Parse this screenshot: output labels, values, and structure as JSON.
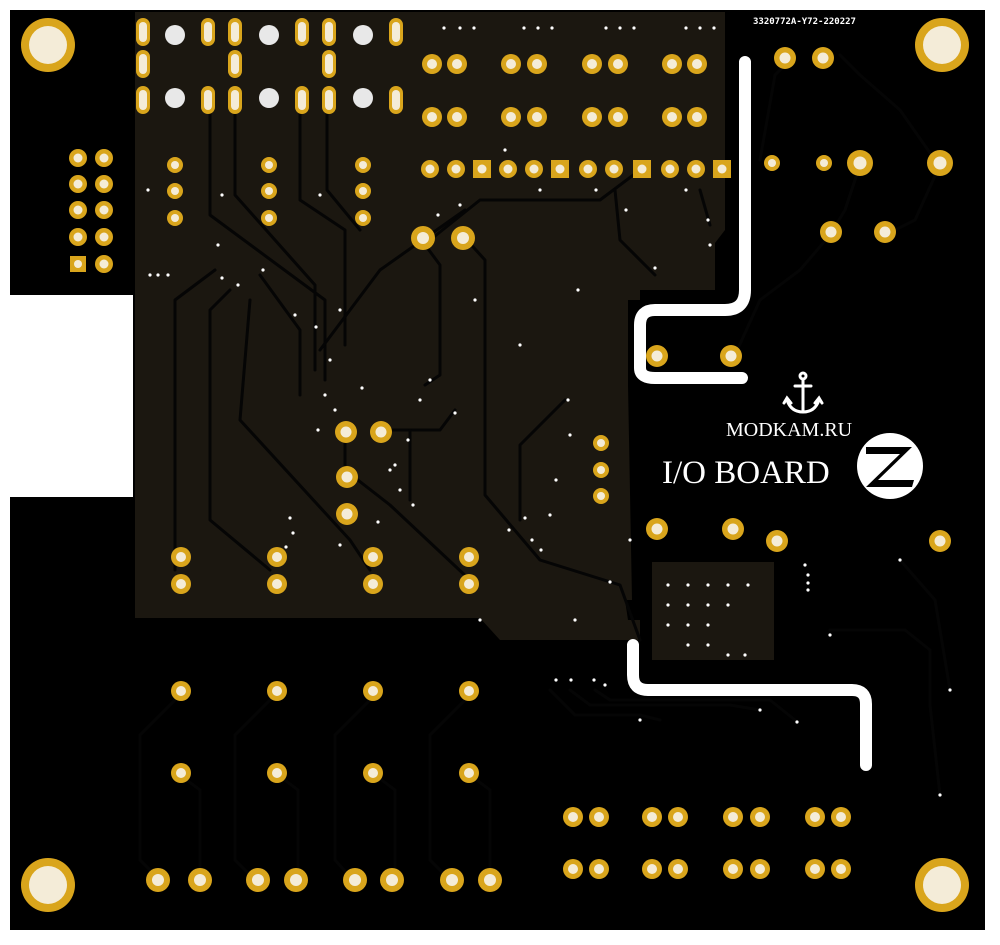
{
  "board": {
    "part_number": "3320772A-Y72-220227",
    "brand": "MODKAM.RU",
    "title": "I/O BOARD",
    "logo_letter": "Z"
  },
  "icons": {
    "anchor": "anchor-icon",
    "zigbee": "zigbee-z-icon"
  },
  "colors": {
    "board": "#000000",
    "copper_fill": "#1b1710",
    "pad_gold": "#d9a51c",
    "pad_hole": "#f4ecd8",
    "silkscreen": "#ffffff",
    "trace": "#050505"
  }
}
